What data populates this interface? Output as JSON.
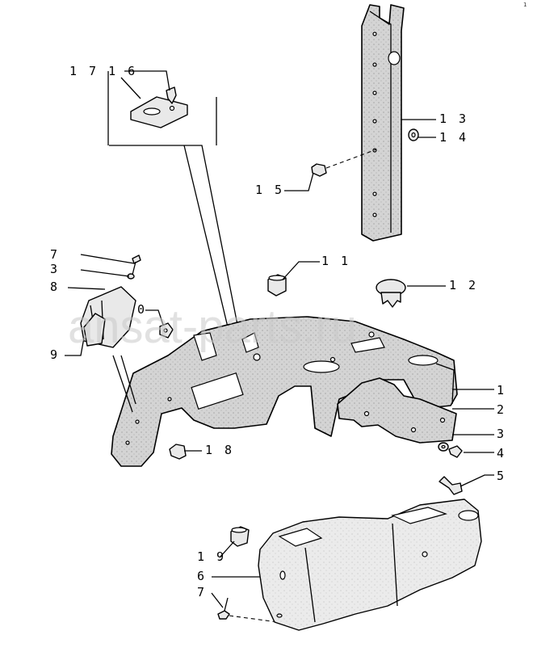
{
  "corner_mark": "1",
  "watermark": "ansat-parts.ru",
  "labels": {
    "l1": "1",
    "l2": "2",
    "l3a": "3",
    "l4": "4",
    "l5": "5",
    "l6": "6",
    "l7a": "7",
    "l3b": "3",
    "l8": "8",
    "l9": "9",
    "l10": "0",
    "l11": "1 1",
    "l12": "1 2",
    "l13": "1 3",
    "l14": "1 4",
    "l15": "1 5",
    "l16": "1 7 1 6",
    "l18": "1 8",
    "l19": "1 9",
    "l6b": "6",
    "l7b": "7"
  }
}
